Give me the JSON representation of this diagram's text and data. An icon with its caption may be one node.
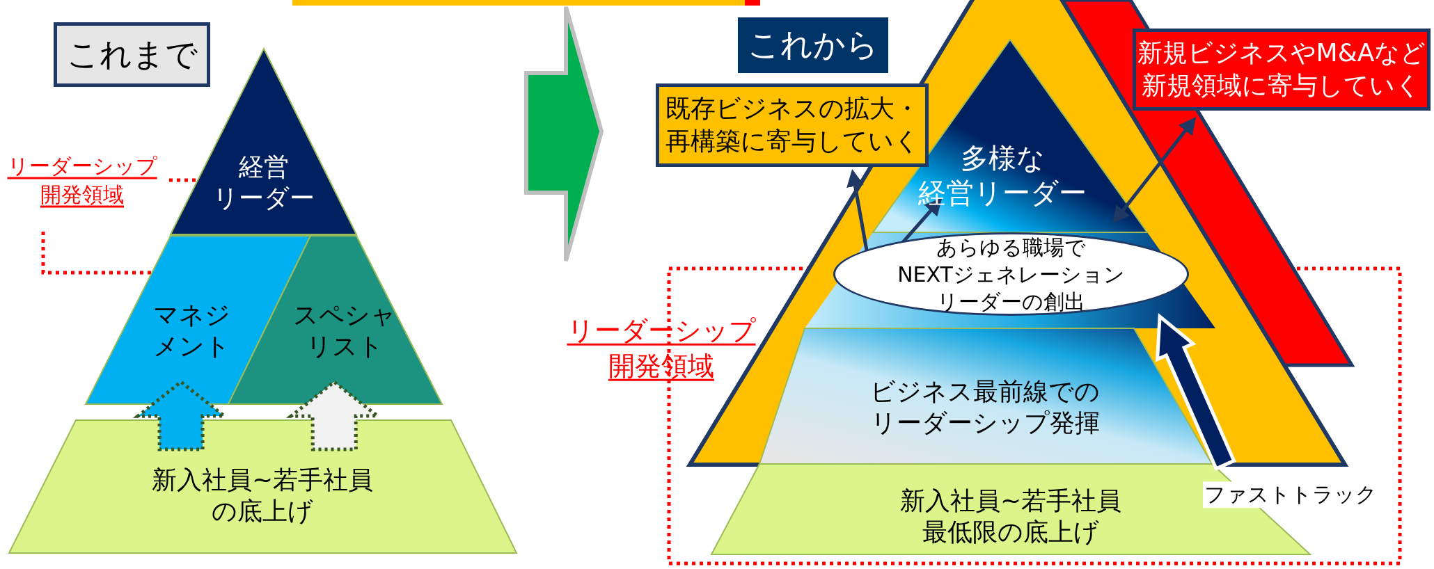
{
  "diagram": {
    "nodes": [
      {
        "text": [
          "これまで"
        ]
      },
      {
        "text": [
          "経営リーダー"
        ]
      },
      {
        "text": [
          "マネジメント"
        ]
      },
      {
        "text": [
          "スペシャリスト"
        ]
      },
      {
        "text": [
          "新入社員~若手社員の底上げ"
        ]
      },
      {
        "text": [
          "これから"
        ]
      },
      {
        "text": [
          "既存ビジネスの拡大・再構築に寄与していく"
        ]
      },
      {
        "text": [
          "新規ビジネスやM&Aなど新規領域に寄与していく"
        ]
      },
      {
        "text": [
          "多様な経営リーダー"
        ]
      },
      {
        "text": [
          "あらゆる職場でNEXTジェネレーションリーダーの創出"
        ]
      },
      {
        "text": [
          "ビジネス最前線でのリーダーシップ発揮"
        ]
      },
      {
        "text": [
          "新入社員~若手社員最低限の底上げ"
        ]
      }
    ],
    "edges": [
      {
        "from": 4,
        "to": 2,
        "arrow": "to",
        "style": "thick",
        "color": "#00b0f0"
      },
      {
        "from": 4,
        "to": 3,
        "arrow": "to",
        "style": "thick",
        "color": "#f2f2f2"
      },
      {
        "from": 9,
        "to": 6,
        "arrow": "to"
      },
      {
        "from": 9,
        "to": 8,
        "arrow": "to"
      },
      {
        "from": 8,
        "to": 7,
        "arrow": "both"
      },
      {
        "from": 11,
        "to": 9,
        "arrow": "to",
        "style": "thick",
        "color": "#002060",
        "label": "ファストトラック"
      }
    ],
    "labels": [
      "リーダーシップ開発領域",
      "リーダーシップ開発領域"
    ]
  }
}
